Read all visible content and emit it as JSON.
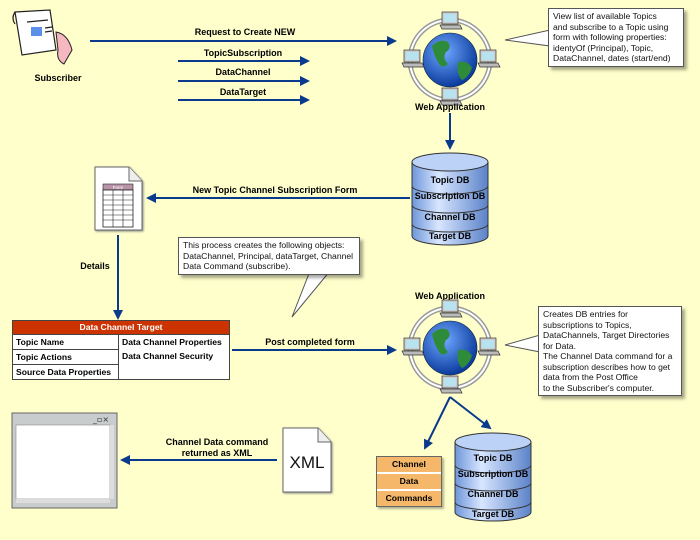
{
  "colors": {
    "background": "#FFFFCC",
    "arrow": "#0A3A8C",
    "table_header": "#CC3300",
    "commands": "#F5B86A",
    "db": "#8FB4F0"
  },
  "subscriber": {
    "label": "Subscriber"
  },
  "arrows": {
    "request": "Request to Create NEW",
    "topic_subscription": "TopicSubscription",
    "data_channel": "DataChannel",
    "data_target": "DataTarget",
    "new_form": "New Topic Channel Subscription Form",
    "details": "Details",
    "post_form": "Post completed form",
    "xml_line1": "Channel Data command",
    "xml_line2": "returned as XML"
  },
  "web_app_top": {
    "label": "Web Application"
  },
  "web_app_bottom": {
    "label": "Web Application"
  },
  "callouts": {
    "top": "View list of available Topics\nand subscribe to a Topic using\nform with following properties:\nidentyOf  (Principal), Topic,\nDataChannel, dates (start/end)",
    "middle": "This process creates the following objects:\nDataChannel, Principal, dataTarget, Channel\nData Command (subscribe).",
    "bottom": "Creates DB entries for\nsubscriptions to Topics,\nDataChannels, Target Directories\nfor Data.\nThe Channel Data command for a\nsubscription describes how to get\ndata from the Post Office\nto the Subscriber's computer."
  },
  "db_top": [
    "Topic DB",
    "Subscription DB",
    "Channel DB",
    "Target DB"
  ],
  "db_bottom": [
    "Topic DB",
    "Subscription DB",
    "Channel DB",
    "Target DB"
  ],
  "form_icon": {
    "label": "Form"
  },
  "table": {
    "title": "Data Channel Target",
    "left": [
      "Topic Name",
      "Topic Actions",
      "Source Data Properties"
    ],
    "right": [
      "Data Channel Properties",
      "Data Channel Security"
    ]
  },
  "commands": [
    "Channel",
    "Data",
    "Commands"
  ],
  "xml_doc": {
    "label": "XML"
  }
}
